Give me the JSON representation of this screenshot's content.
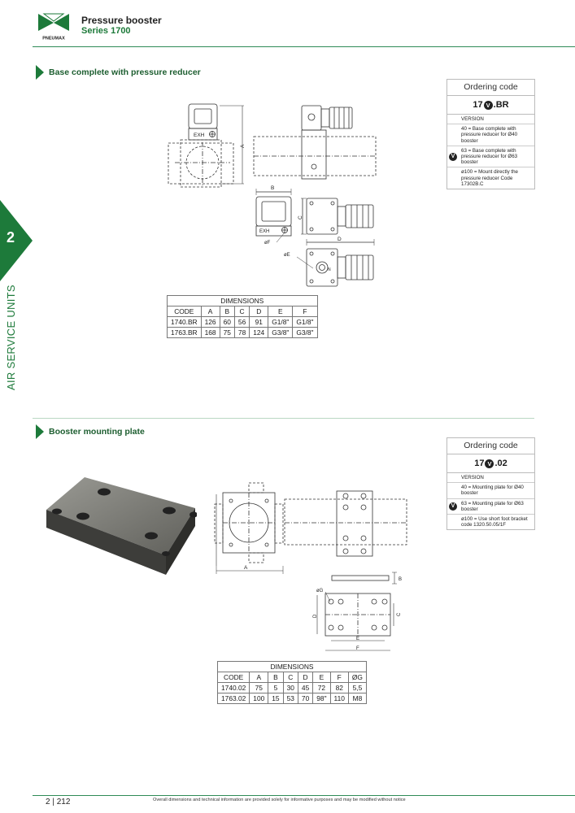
{
  "header": {
    "title": "Pressure booster",
    "series": "Series 1700",
    "logo_text": "PNEUMAX"
  },
  "side_tab": {
    "number": "2",
    "label": "AIR SERVICE UNITS"
  },
  "section1": {
    "title": "Base complete with pressure reducer",
    "ordering": {
      "heading": "Ordering code",
      "code_prefix": "17",
      "code_suffix": ".BR",
      "v_symbol": "V",
      "version_label": "VERSION",
      "options": [
        "40 = Base complete with pressure reducer for Ø40 booster",
        "63 = Base complete with pressure reducer for Ø63 booster",
        "ø100 = Mount directly the pressure reducer Code 17302B.C"
      ]
    },
    "drawing_labels": {
      "exh": "EXH",
      "a": "A",
      "b": "B",
      "c": "C",
      "d": "D",
      "e": "øE",
      "f": "øF",
      "n": "N"
    },
    "table": {
      "caption": "DIMENSIONS",
      "headers": [
        "CODE",
        "A",
        "B",
        "C",
        "D",
        "E",
        "F"
      ],
      "rows": [
        [
          "1740.BR",
          "126",
          "60",
          "56",
          "91",
          "G1/8\"",
          "G1/8\""
        ],
        [
          "1763.BR",
          "168",
          "75",
          "78",
          "124",
          "G3/8\"",
          "G3/8\""
        ]
      ]
    }
  },
  "section2": {
    "title": "Booster mounting plate",
    "ordering": {
      "heading": "Ordering code",
      "code_prefix": "17",
      "code_suffix": ".02",
      "v_symbol": "V",
      "version_label": "VERSION",
      "options": [
        "40 = Mounting plate for Ø40 booster",
        "63 = Mounting plate for Ø63 booster",
        "ø100 = Use short foot bracket code 1320.50.05/1F"
      ]
    },
    "drawing_labels": {
      "a": "A",
      "b": "B",
      "c": "C",
      "d": "D",
      "e": "E",
      "f": "F",
      "g": "øG"
    },
    "table": {
      "caption": "DIMENSIONS",
      "headers": [
        "CODE",
        "A",
        "B",
        "C",
        "D",
        "E",
        "F",
        "ØG"
      ],
      "rows": [
        [
          "1740.02",
          "75",
          "5",
          "30",
          "45",
          "72",
          "82",
          "5,5"
        ],
        [
          "1763.02",
          "100",
          "15",
          "53",
          "70",
          "98\"",
          "110",
          "M8"
        ]
      ]
    }
  },
  "footer": {
    "page": "2 | 212",
    "note": "Overall dimensions and technical information are provided solely for informative purposes and may be modified without notice"
  },
  "colors": {
    "brand_green": "#1d7a3a",
    "rule_green": "#2e8b57"
  }
}
